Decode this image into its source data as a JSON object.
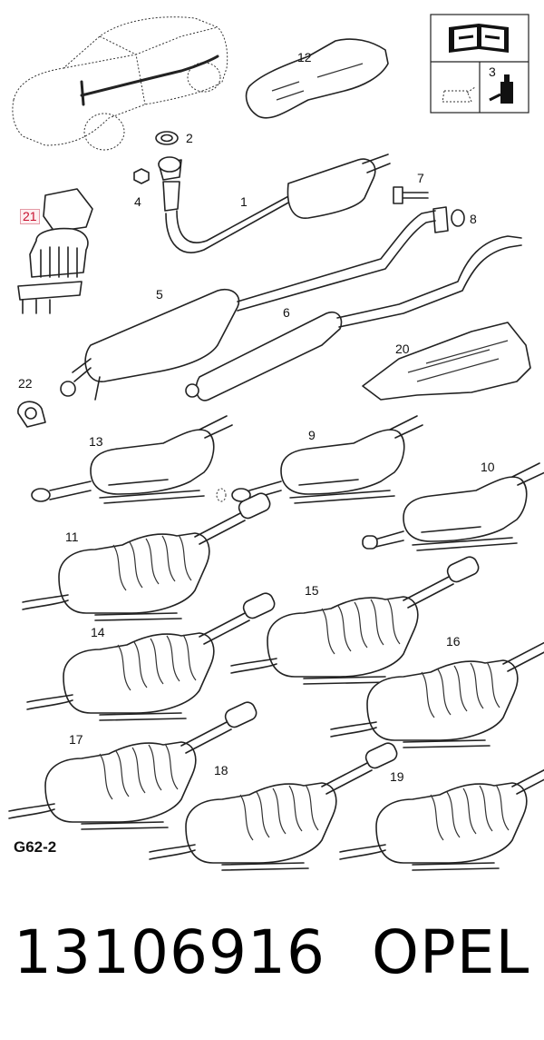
{
  "callouts": {
    "c1": "1",
    "c2": "2",
    "c3": "3",
    "c4": "4",
    "c5": "5",
    "c6": "6",
    "c7": "7",
    "c8": "8",
    "c9": "9",
    "c10": "10",
    "c11": "11",
    "c12": "12",
    "c13": "13",
    "c14": "14",
    "c15": "15",
    "c16": "16",
    "c17": "17",
    "c18": "18",
    "c19": "19",
    "c20": "20",
    "c21": "21",
    "c22": "22"
  },
  "diagram_code": "G62-2",
  "part_number": "13106916",
  "brand": "OPEL",
  "colors": {
    "highlight": "#c8102e",
    "line": "#222222"
  },
  "icons": [
    "manual-book-icon",
    "oil-can-icon",
    "sealant-bottle-icon",
    "car-outline-icon"
  ]
}
